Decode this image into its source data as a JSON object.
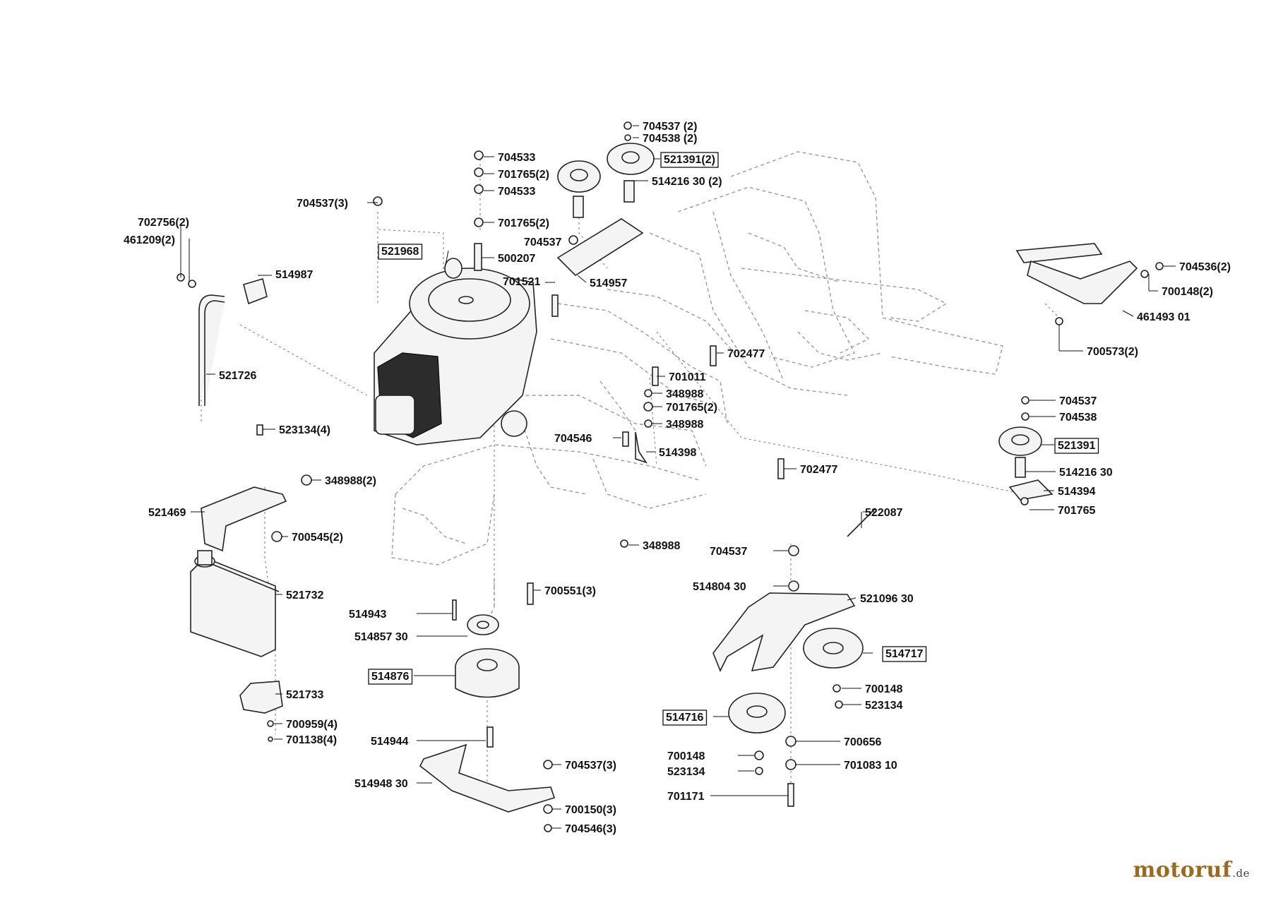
{
  "diagram": {
    "parts": [
      {
        "id": "p01",
        "number": "704537 (2)",
        "boxed": false
      },
      {
        "id": "p02",
        "number": "704538 (2)",
        "boxed": false
      },
      {
        "id": "p03",
        "number": "521391(2)",
        "boxed": true
      },
      {
        "id": "p04",
        "number": "514216 30 (2)",
        "boxed": false
      },
      {
        "id": "p05",
        "number": "704533",
        "boxed": false
      },
      {
        "id": "p06",
        "number": "701765(2)",
        "boxed": false
      },
      {
        "id": "p07",
        "number": "704533",
        "boxed": false
      },
      {
        "id": "p08",
        "number": "701765(2)",
        "boxed": false
      },
      {
        "id": "p09",
        "number": "704537",
        "boxed": false
      },
      {
        "id": "p10",
        "number": "500207",
        "boxed": false
      },
      {
        "id": "p11",
        "number": "514957",
        "boxed": false
      },
      {
        "id": "p12",
        "number": "701521",
        "boxed": false
      },
      {
        "id": "p13",
        "number": "704537(3)",
        "boxed": false
      },
      {
        "id": "p14",
        "number": "702756(2)",
        "boxed": false
      },
      {
        "id": "p15",
        "number": "461209(2)",
        "boxed": false
      },
      {
        "id": "p16",
        "number": "514987",
        "boxed": false
      },
      {
        "id": "p17",
        "number": "521968",
        "boxed": true
      },
      {
        "id": "p18",
        "number": "521726",
        "boxed": false
      },
      {
        "id": "p19",
        "number": "523134(4)",
        "boxed": false
      },
      {
        "id": "p20",
        "number": "348988(2)",
        "boxed": false
      },
      {
        "id": "p21",
        "number": "521469",
        "boxed": false
      },
      {
        "id": "p22",
        "number": "700545(2)",
        "boxed": false
      },
      {
        "id": "p23",
        "number": "521732",
        "boxed": false
      },
      {
        "id": "p24",
        "number": "521733",
        "boxed": false
      },
      {
        "id": "p25",
        "number": "700959(4)",
        "boxed": false
      },
      {
        "id": "p26",
        "number": "701138(4)",
        "boxed": false
      },
      {
        "id": "p27",
        "number": "702477",
        "boxed": false
      },
      {
        "id": "p28",
        "number": "701011",
        "boxed": false
      },
      {
        "id": "p29",
        "number": "348988",
        "boxed": false
      },
      {
        "id": "p30",
        "number": "701765(2)",
        "boxed": false
      },
      {
        "id": "p31",
        "number": "348988",
        "boxed": false
      },
      {
        "id": "p32",
        "number": "704546",
        "boxed": false
      },
      {
        "id": "p33",
        "number": "514398",
        "boxed": false
      },
      {
        "id": "p34",
        "number": "702477",
        "boxed": false
      },
      {
        "id": "p35",
        "number": "348988",
        "boxed": false
      },
      {
        "id": "p36",
        "number": "700551(3)",
        "boxed": false
      },
      {
        "id": "p37",
        "number": "514943",
        "boxed": false
      },
      {
        "id": "p38",
        "number": "514857 30",
        "boxed": false
      },
      {
        "id": "p39",
        "number": "514876",
        "boxed": true
      },
      {
        "id": "p40",
        "number": "514944",
        "boxed": false
      },
      {
        "id": "p41",
        "number": "704537(3)",
        "boxed": false
      },
      {
        "id": "p42",
        "number": "514948 30",
        "boxed": false
      },
      {
        "id": "p43",
        "number": "700150(3)",
        "boxed": false
      },
      {
        "id": "p44",
        "number": "704546(3)",
        "boxed": false
      },
      {
        "id": "p45",
        "number": "704536(2)",
        "boxed": false
      },
      {
        "id": "p46",
        "number": "700148(2)",
        "boxed": false
      },
      {
        "id": "p47",
        "number": "461493 01",
        "boxed": false
      },
      {
        "id": "p48",
        "number": "700573(2)",
        "boxed": false
      },
      {
        "id": "p49",
        "number": "704537",
        "boxed": false
      },
      {
        "id": "p50",
        "number": "704538",
        "boxed": false
      },
      {
        "id": "p51",
        "number": "521391",
        "boxed": true
      },
      {
        "id": "p52",
        "number": "514216 30",
        "boxed": false
      },
      {
        "id": "p53",
        "number": "514394",
        "boxed": false
      },
      {
        "id": "p54",
        "number": "701765",
        "boxed": false
      },
      {
        "id": "p55",
        "number": "522087",
        "boxed": false
      },
      {
        "id": "p56",
        "number": "704537",
        "boxed": false
      },
      {
        "id": "p57",
        "number": "514804 30",
        "boxed": false
      },
      {
        "id": "p58",
        "number": "521096 30",
        "boxed": false
      },
      {
        "id": "p59",
        "number": "514717",
        "boxed": true
      },
      {
        "id": "p60",
        "number": "700148",
        "boxed": false
      },
      {
        "id": "p61",
        "number": "523134",
        "boxed": false
      },
      {
        "id": "p62",
        "number": "514716",
        "boxed": true
      },
      {
        "id": "p63",
        "number": "700656",
        "boxed": false
      },
      {
        "id": "p64",
        "number": "700148",
        "boxed": false
      },
      {
        "id": "p65",
        "number": "701083 10",
        "boxed": false
      },
      {
        "id": "p66",
        "number": "523134",
        "boxed": false
      },
      {
        "id": "p67",
        "number": "701171",
        "boxed": false
      }
    ]
  },
  "watermark": {
    "brand": "motoruf",
    "suffix": ".de"
  }
}
